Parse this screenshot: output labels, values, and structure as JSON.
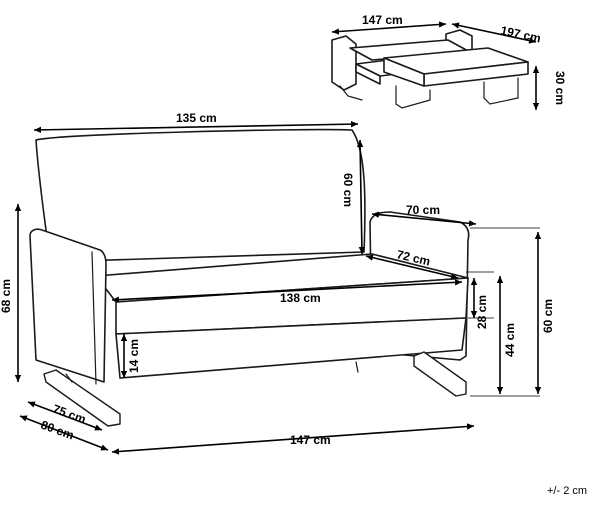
{
  "dimensions": {
    "bed_width": "147 cm",
    "bed_length": "197 cm",
    "bed_height": "30 cm",
    "backrest_width": "135 cm",
    "backrest_height": "60 cm",
    "armrest_depth": "70 cm",
    "seat_depth": "72 cm",
    "seat_width": "138 cm",
    "seat_cushion_height": "28 cm",
    "overall_height": "60 cm",
    "seat_height": "44 cm",
    "total_height": "68 cm",
    "ground_clearance": "14 cm",
    "depth_inner": "75 cm",
    "depth_outer": "80 cm",
    "overall_width": "147 cm"
  },
  "tolerance": "+/- 2 cm"
}
